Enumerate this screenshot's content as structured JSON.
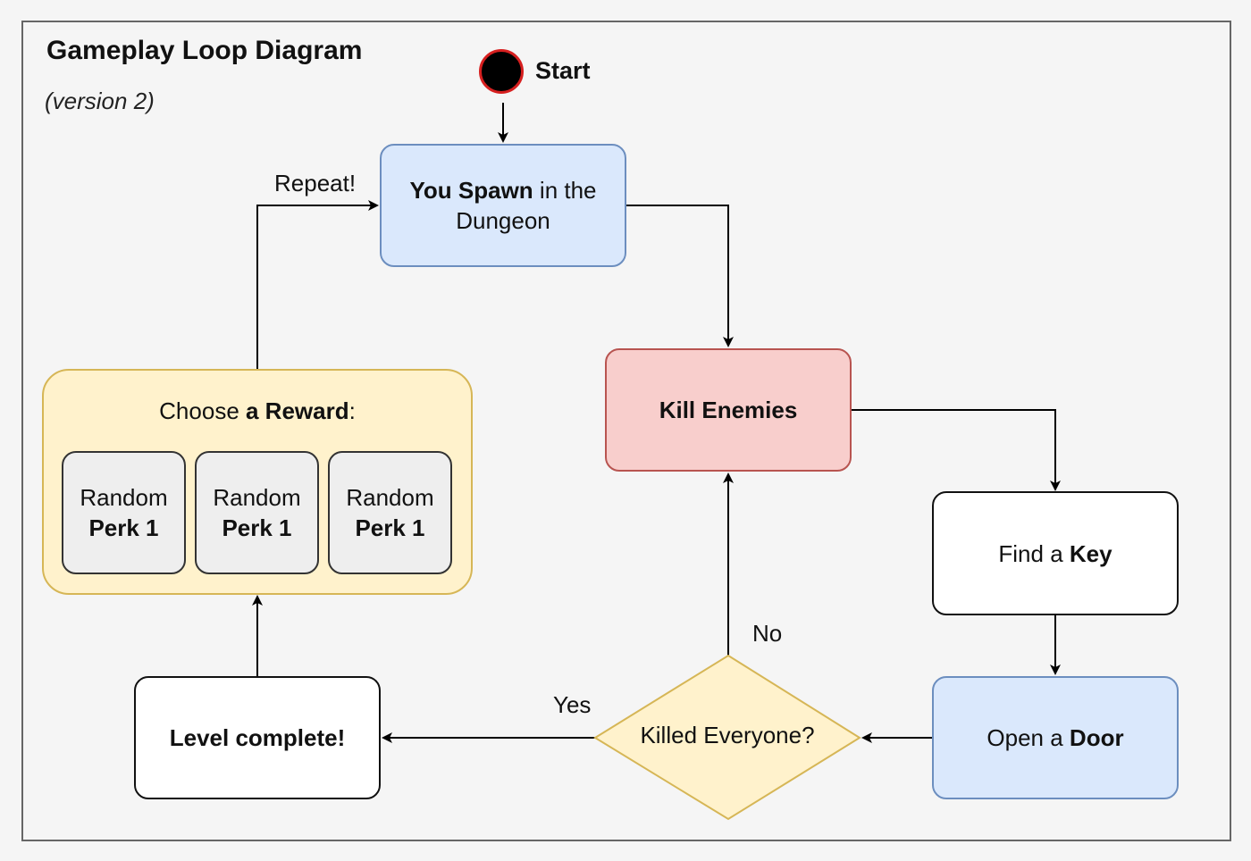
{
  "diagram": {
    "title": "Gameplay Loop Diagram",
    "subtitle": "(version 2)",
    "start_label": "Start",
    "spawn": {
      "bold": "You Spawn",
      "rest": " in the",
      "line2": "Dungeon"
    },
    "kill": {
      "label": "Kill Enemies"
    },
    "find_key": {
      "pre": "Find a ",
      "bold": "Key"
    },
    "open_door": {
      "pre": "Open a ",
      "bold": "Door"
    },
    "decision": {
      "label": "Killed Everyone?"
    },
    "level_complete": {
      "label": "Level complete!"
    },
    "reward": {
      "pre": "Choose ",
      "bold": "a Reward",
      "post": ":"
    },
    "perks": [
      {
        "line1": "Random",
        "line2": "Perk 1"
      },
      {
        "line1": "Random",
        "line2": "Perk 1"
      },
      {
        "line1": "Random",
        "line2": "Perk 1"
      }
    ],
    "edge_labels": {
      "repeat": "Repeat!",
      "no": "No",
      "yes": "Yes"
    },
    "colors": {
      "spawn_fill": "#dae8fc",
      "spawn_stroke": "#6c8ebf",
      "kill_fill": "#f8cecc",
      "kill_stroke": "#b85450",
      "reward_fill": "#fff2cc",
      "reward_stroke": "#d6b656",
      "decision_fill": "#fff2cc",
      "decision_stroke": "#d6b656",
      "perk_fill": "#eeeeee",
      "start_fill": "#000000",
      "start_stroke": "#d61f1f"
    }
  }
}
